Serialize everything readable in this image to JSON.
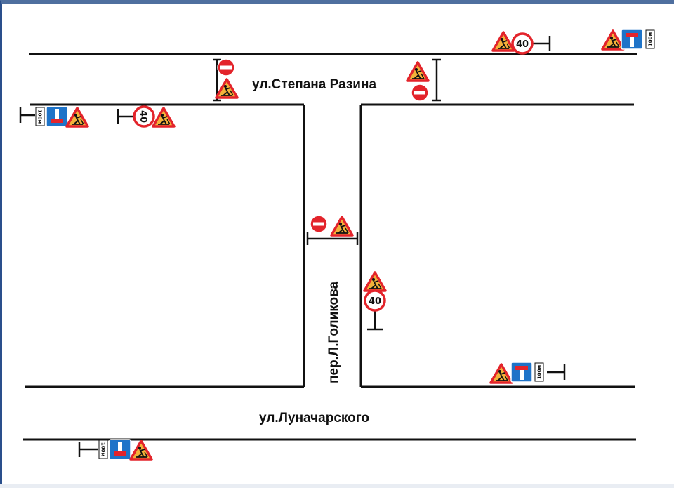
{
  "streets": {
    "top": "ул.Степана Разина",
    "bottom": "ул.Луначарского",
    "vertical": "пер.Л.Голикова"
  },
  "signs": {
    "speed_limit": "40",
    "distance": "100м"
  },
  "colors": {
    "road_line": "#111111",
    "sign_red": "#e3242b",
    "sign_blue": "#1e73c8",
    "warning_fill": "#f3b23a"
  },
  "icons": {
    "road_works": "road-works-warning-icon",
    "no_entry": "no-entry-icon",
    "speed_limit": "speed-limit-icon",
    "dead_end": "dead-end-icon",
    "distance_plate": "distance-plate-icon",
    "sign_post": "sign-post-icon"
  }
}
